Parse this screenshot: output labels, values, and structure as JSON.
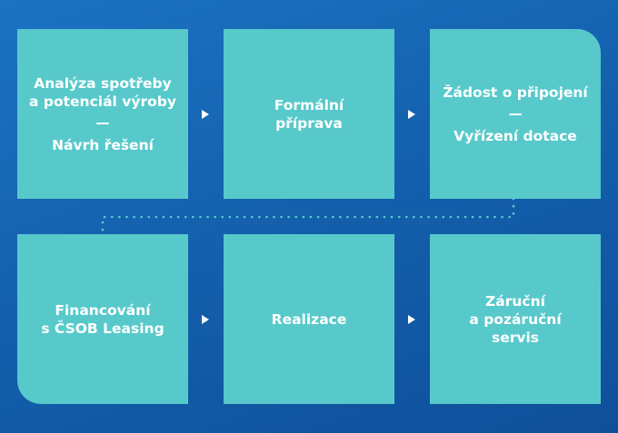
{
  "steps": [
    {
      "id": "analyza",
      "lines": [
        "Analýza spotřeby",
        "a potenciál výroby"
      ],
      "separator": "—",
      "lines_after": [
        "Návrh řešení"
      ]
    },
    {
      "id": "formalni",
      "lines": [
        "Formální",
        "příprava"
      ]
    },
    {
      "id": "zadost",
      "lines": [
        "Žádost o připojení"
      ],
      "separator": "—",
      "lines_after": [
        "Vyřízení dotace"
      ]
    },
    {
      "id": "financovani",
      "lines": [
        "Financování",
        "s ČSOB Leasing"
      ]
    },
    {
      "id": "realizace",
      "lines": [
        "Realizace"
      ]
    },
    {
      "id": "servis",
      "lines": [
        "Záruční",
        "a pozáruční",
        "servis"
      ]
    }
  ],
  "colors": {
    "card": "#58c9cb",
    "background_top": "#1b73c2",
    "background_bottom": "#0f4f9a",
    "text": "#ffffff",
    "connector": "#58c9cb"
  },
  "arrows": [
    "arrow-right-icon",
    "arrow-right-icon",
    "arrow-right-icon",
    "arrow-right-icon"
  ]
}
